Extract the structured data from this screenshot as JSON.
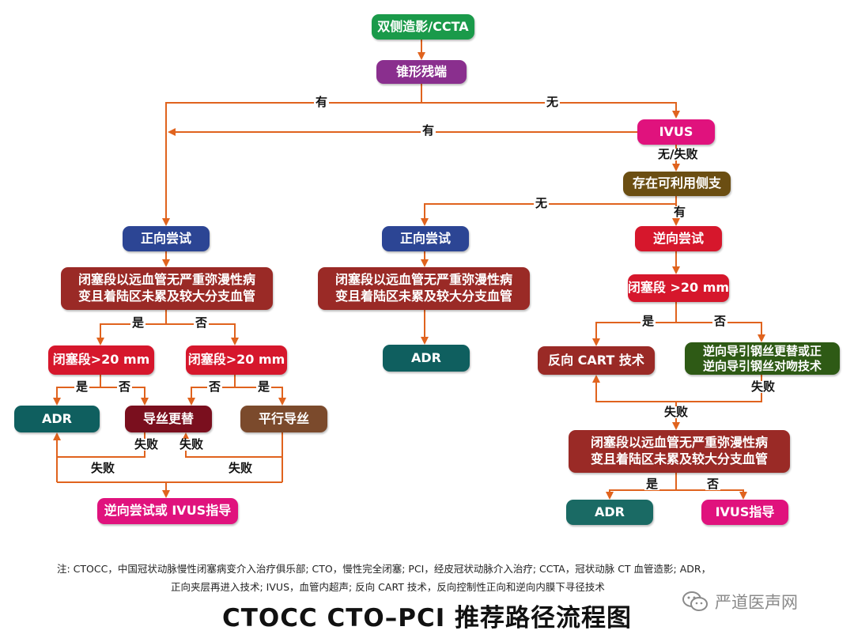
{
  "nodes": {
    "top": "双侧造影/CCTA",
    "cone": "锥形残端",
    "ivus": "IVUS",
    "side_branch": "存在可利用侧支",
    "fwd_left": "正向尝试",
    "fwd_mid": "正向尝试",
    "retro": "逆向尝试",
    "cond_left": [
      "闭塞段以远血管无严重弥漫性病",
      "变且着陆区未累及较大分支血管"
    ],
    "cond_mid": [
      "闭塞段以远血管无严重弥漫性病",
      "变且着陆区未累及较大分支血管"
    ],
    "len_retro": "闭塞段 >20 mm",
    "len_left_a": "闭塞段>20 mm",
    "len_left_b": "闭塞段>20 mm",
    "adr_mid": "ADR",
    "reverse_cart": "反向 CART 技术",
    "retro_wire": [
      "逆向导引钢丝更替或正",
      "逆向导引钢丝对吻技术"
    ],
    "adr_left": "ADR",
    "wire_change": "导丝更替",
    "parallel": "平行导丝",
    "cond_right": [
      "闭塞段以远血管无严重弥漫性病",
      "变且着陆区未累及较大分支血管"
    ],
    "retro_ivus": "逆向尝试或 IVUS指导",
    "adr_right": "ADR",
    "ivus_guide": "IVUS指导"
  },
  "labels": {
    "yes1": "有",
    "no1": "无",
    "yes2": "有",
    "no_fail": "无/失败",
    "no3": "无",
    "yes3": "有",
    "shi_left": "是",
    "fou_left": "否",
    "shi_retro": "是",
    "fou_retro": "否",
    "shi_a": "是",
    "fou_a": "否",
    "fou_b": "否",
    "shi_b": "是",
    "fail_retro": "失败",
    "fail_center": "失败",
    "fail_wc": "失败",
    "fail_par": "失败",
    "fail_l": "失败",
    "fail_r": "失败",
    "shi_right": "是",
    "fou_right": "否"
  },
  "note": [
    "注: CTOCC，中国冠状动脉慢性闭塞病变介入治疗俱乐部; CTO，慢性完全闭塞; PCI，经皮冠状动脉介入治疗; CCTA，冠状动脉 CT 血管造影; ADR，",
    "正向夹层再进入技术; IVUS，血管内超声; 反向 CART   技术，反向控制性正向和逆向内膜下寻径技术"
  ],
  "title": "CTOCC CTO–PCI 推荐路径流程图",
  "watermark": "严道医声网",
  "colors": {
    "arrow": "#e0631e"
  }
}
